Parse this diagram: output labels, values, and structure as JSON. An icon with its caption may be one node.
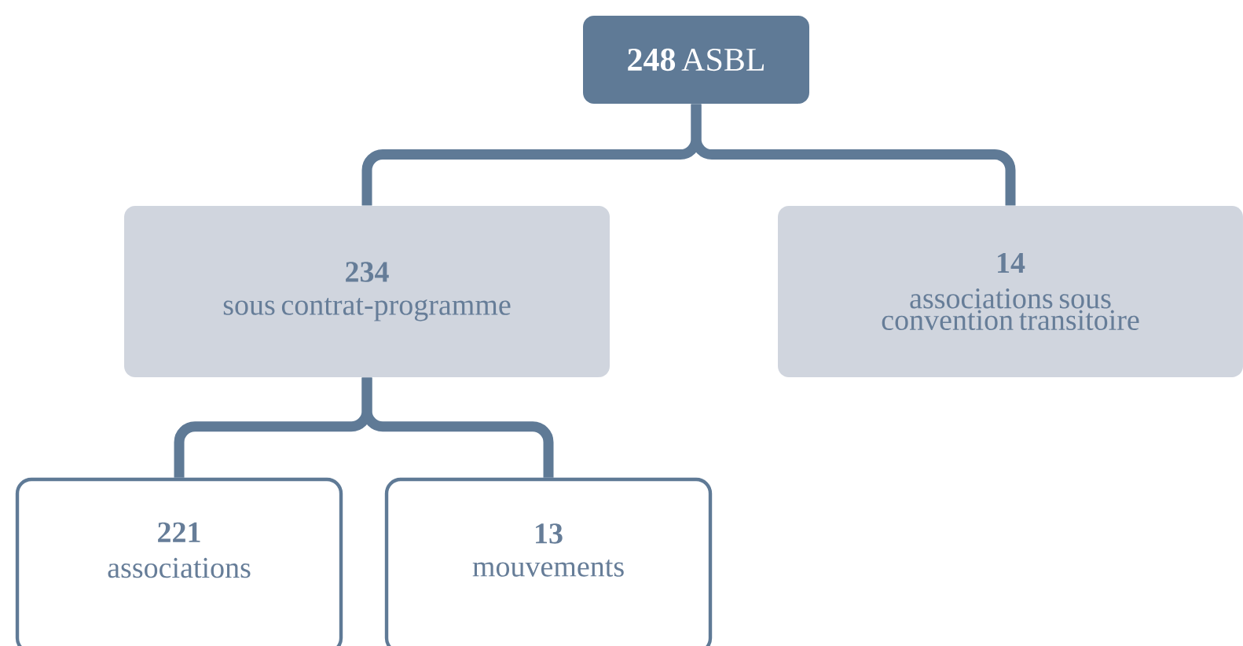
{
  "diagram": {
    "nodes": [
      {
        "text": [
          "**248** ASBL"
        ]
      },
      {
        "text": [
          "234",
          "sous contrat-programme"
        ]
      },
      {
        "text": [
          "14",
          "associations sous convention transitoire"
        ]
      },
      {
        "text": [
          "221",
          "associations"
        ]
      },
      {
        "text": [
          "13",
          "mouvements"
        ]
      }
    ],
    "edges": [
      {
        "from": 0,
        "to": 1,
        "arrow": "none"
      },
      {
        "from": 0,
        "to": 2,
        "arrow": "none"
      },
      {
        "from": 1,
        "to": 3,
        "arrow": "none"
      },
      {
        "from": 1,
        "to": 4,
        "arrow": "none"
      }
    ]
  }
}
